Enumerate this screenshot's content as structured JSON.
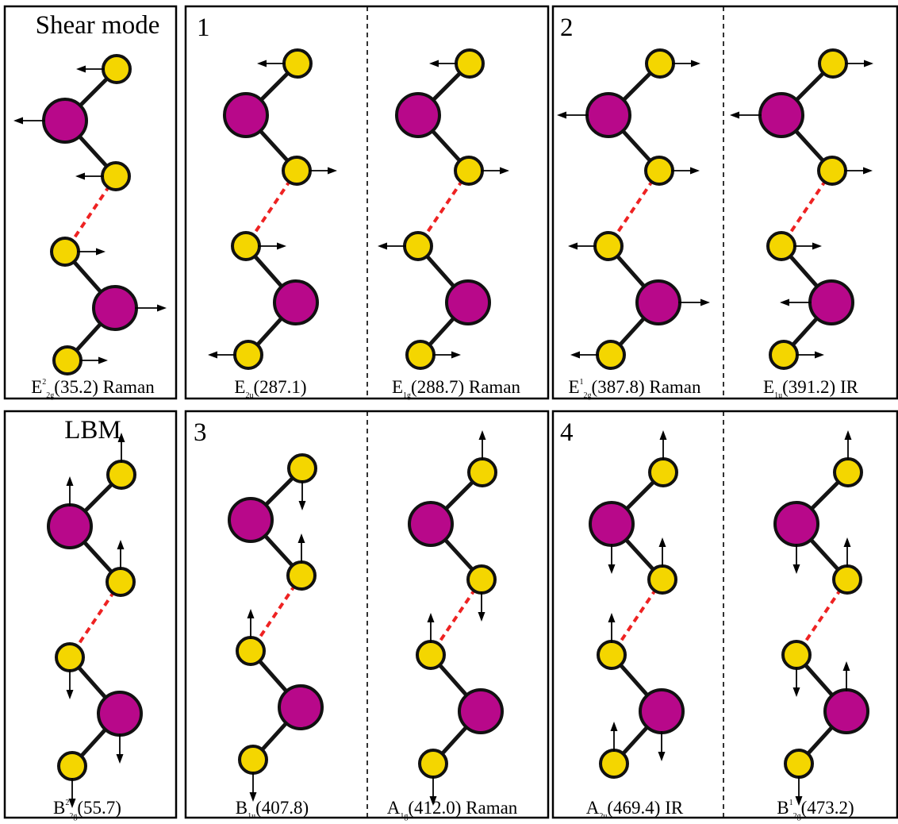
{
  "colors": {
    "metal_atom": "#b8088a",
    "chalcogen_atom": "#f4d600",
    "interlayer_bond": "#ee2222",
    "covalent_bond": "#141414"
  },
  "panels": [
    {
      "id": "A",
      "title": "Shear mode"
    },
    {
      "id": "B",
      "title": "1"
    },
    {
      "id": "C",
      "title": "2"
    },
    {
      "id": "D",
      "title": "LBM"
    },
    {
      "id": "E",
      "title": "3"
    },
    {
      "id": "F",
      "title": "4"
    }
  ],
  "modes": [
    {
      "base": "E",
      "sup": "2",
      "sub": "2g",
      "freq": "(35.2)",
      "activity": " Raman",
      "motion": "shear",
      "displacements": [
        "left",
        "left",
        "left",
        "right",
        "right",
        "right"
      ]
    },
    {
      "base": "E",
      "sup": "",
      "sub": "2u",
      "freq": "(287.1)",
      "activity": "",
      "motion": "shear",
      "displacements": [
        "left",
        "none",
        "right",
        "right",
        "none",
        "left"
      ]
    },
    {
      "base": "E",
      "sup": "",
      "sub": "1g",
      "freq": "(288.7)",
      "activity": " Raman",
      "motion": "shear",
      "displacements": [
        "left",
        "none",
        "right",
        "left",
        "none",
        "right"
      ]
    },
    {
      "base": "E",
      "sup": "1",
      "sub": "2g",
      "freq": "(387.8)",
      "activity": " Raman",
      "motion": "shear",
      "displacements": [
        "right",
        "left",
        "right",
        "left",
        "right",
        "left"
      ]
    },
    {
      "base": "E",
      "sup": "",
      "sub": "1u",
      "freq": "(391.2)",
      "activity": " IR",
      "motion": "shear",
      "displacements": [
        "right",
        "left",
        "right",
        "right",
        "left",
        "right"
      ]
    },
    {
      "base": "B",
      "sup": "2",
      "sub": "2g",
      "freq": "(55.7)",
      "activity": "",
      "motion": "breathing",
      "displacements": [
        "up",
        "up",
        "up",
        "down",
        "down",
        "down"
      ]
    },
    {
      "base": "B",
      "sup": "",
      "sub": "1u",
      "freq": "(407.8)",
      "activity": "",
      "motion": "breathing",
      "displacements": [
        "down",
        "none",
        "up",
        "up",
        "none",
        "down"
      ]
    },
    {
      "base": "A",
      "sup": "",
      "sub": "1g",
      "freq": "(412.0)",
      "activity": " Raman",
      "motion": "breathing",
      "displacements": [
        "up",
        "none",
        "down",
        "up",
        "none",
        "down"
      ]
    },
    {
      "base": "A",
      "sup": "",
      "sub": "2u",
      "freq": "(469.4)",
      "activity": " IR",
      "motion": "breathing",
      "displacements": [
        "up",
        "down",
        "up",
        "up",
        "down",
        "up"
      ]
    },
    {
      "base": "B",
      "sup": "1",
      "sub": "2g",
      "freq": "(473.2)",
      "activity": "",
      "motion": "breathing",
      "displacements": [
        "up",
        "down",
        "up",
        "down",
        "up",
        "down"
      ]
    }
  ]
}
